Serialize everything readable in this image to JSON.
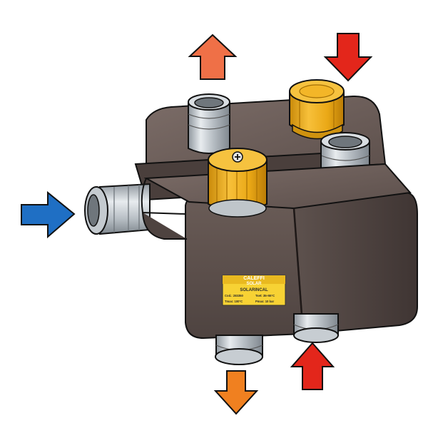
{
  "label": {
    "brand_top": "CALEFFI",
    "brand_bottom": "SOLAR",
    "product": "SOLARINCAL",
    "code": "Cod.: 283350",
    "temp_max": "Tmax: 100°C",
    "temp_set": "Tset: 35÷55°C",
    "pressure": "Pmax: 10 bar"
  },
  "colors": {
    "body": "#5a4d49",
    "body_dark": "#3e3432",
    "body_light": "#7a6b66",
    "cap_yellow": "#f2b21a",
    "fitting_silver": "#bcc3c9",
    "arrow_blue": "#1f6fc4",
    "arrow_hot": "#e3261b",
    "arrow_warm": "#ef7047",
    "arrow_orange": "#f08020",
    "label_yellow": "#f7d234"
  },
  "arrows": [
    {
      "id": "cold-inlet",
      "direction": "in",
      "color": "arrow_blue"
    },
    {
      "id": "top-left-outlet",
      "direction": "up",
      "color": "arrow_warm"
    },
    {
      "id": "top-right-inlet",
      "direction": "down",
      "color": "arrow_hot"
    },
    {
      "id": "bottom-left-outlet",
      "direction": "down",
      "color": "arrow_orange"
    },
    {
      "id": "bottom-right-inlet",
      "direction": "up",
      "color": "arrow_hot"
    }
  ]
}
